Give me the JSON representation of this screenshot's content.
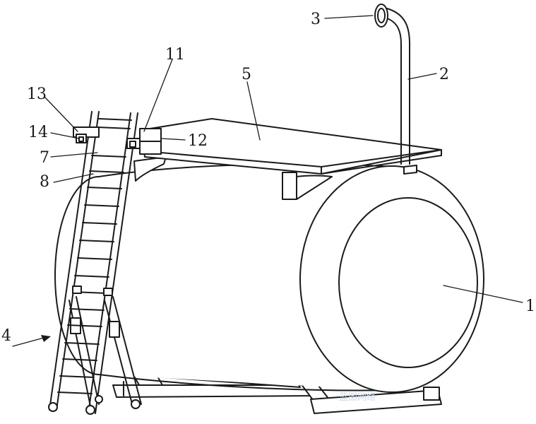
{
  "labels": {
    "l1": "1",
    "l2": "2",
    "l3": "3",
    "l4": "4",
    "l5": "5",
    "l7": "7",
    "l8": "8",
    "l11": "11",
    "l12": "12",
    "l13": "13",
    "l14": "14"
  },
  "watermark": "蓝图网络"
}
